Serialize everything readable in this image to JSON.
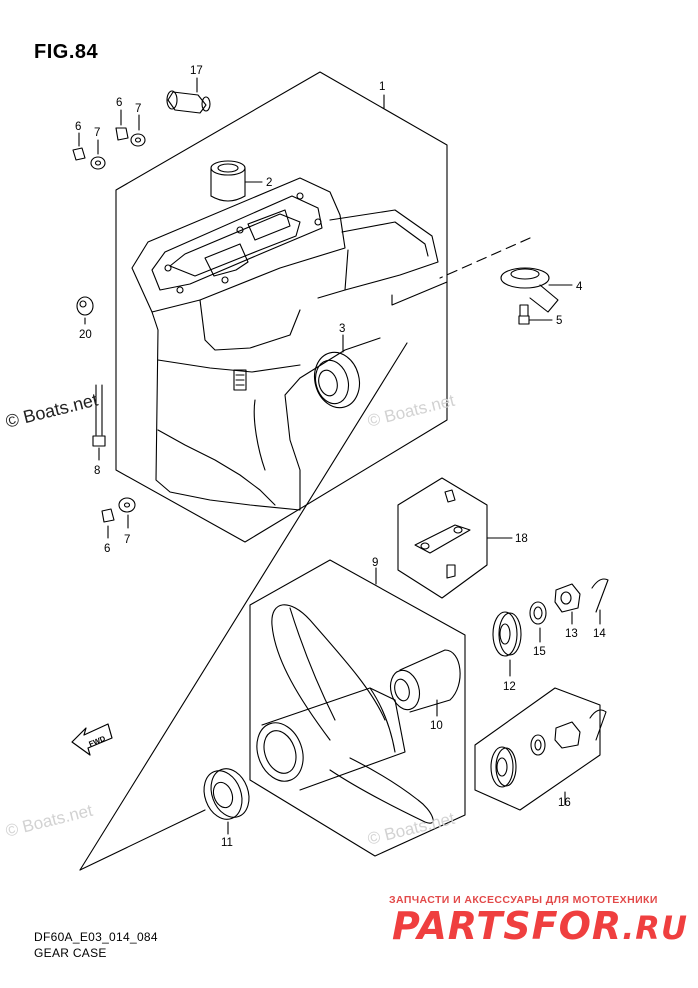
{
  "figure": {
    "title": "FIG.84",
    "code": "DF60A_E03_014_084",
    "name": "GEAR CASE"
  },
  "watermarks": [
    "© Boats.net",
    "© Boats.net",
    "© Boats.net",
    "© Boats.net"
  ],
  "banner": {
    "subtitle": "ЗАПЧАСТИ И АКСЕССУАРЫ ДЛЯ МОТОТЕХНИКИ",
    "logo_main": "PARTSFOR",
    "logo_tld": ".RU"
  },
  "fwd_label": "FWD",
  "callouts": {
    "c1": "1",
    "c2": "2",
    "c3": "3",
    "c4": "4",
    "c5": "5",
    "c6a": "6",
    "c6b": "6",
    "c6c": "6",
    "c7a": "7",
    "c7b": "7",
    "c7c": "7",
    "c8": "8",
    "c9": "9",
    "c10": "10",
    "c11": "11",
    "c12": "12",
    "c13": "13",
    "c14": "14",
    "c15": "15",
    "c16": "16",
    "c17": "17",
    "c18": "18",
    "c20": "20"
  },
  "colors": {
    "line": "#000000",
    "watermark": "#d2d2d2",
    "banner": "#ef3f3f"
  }
}
